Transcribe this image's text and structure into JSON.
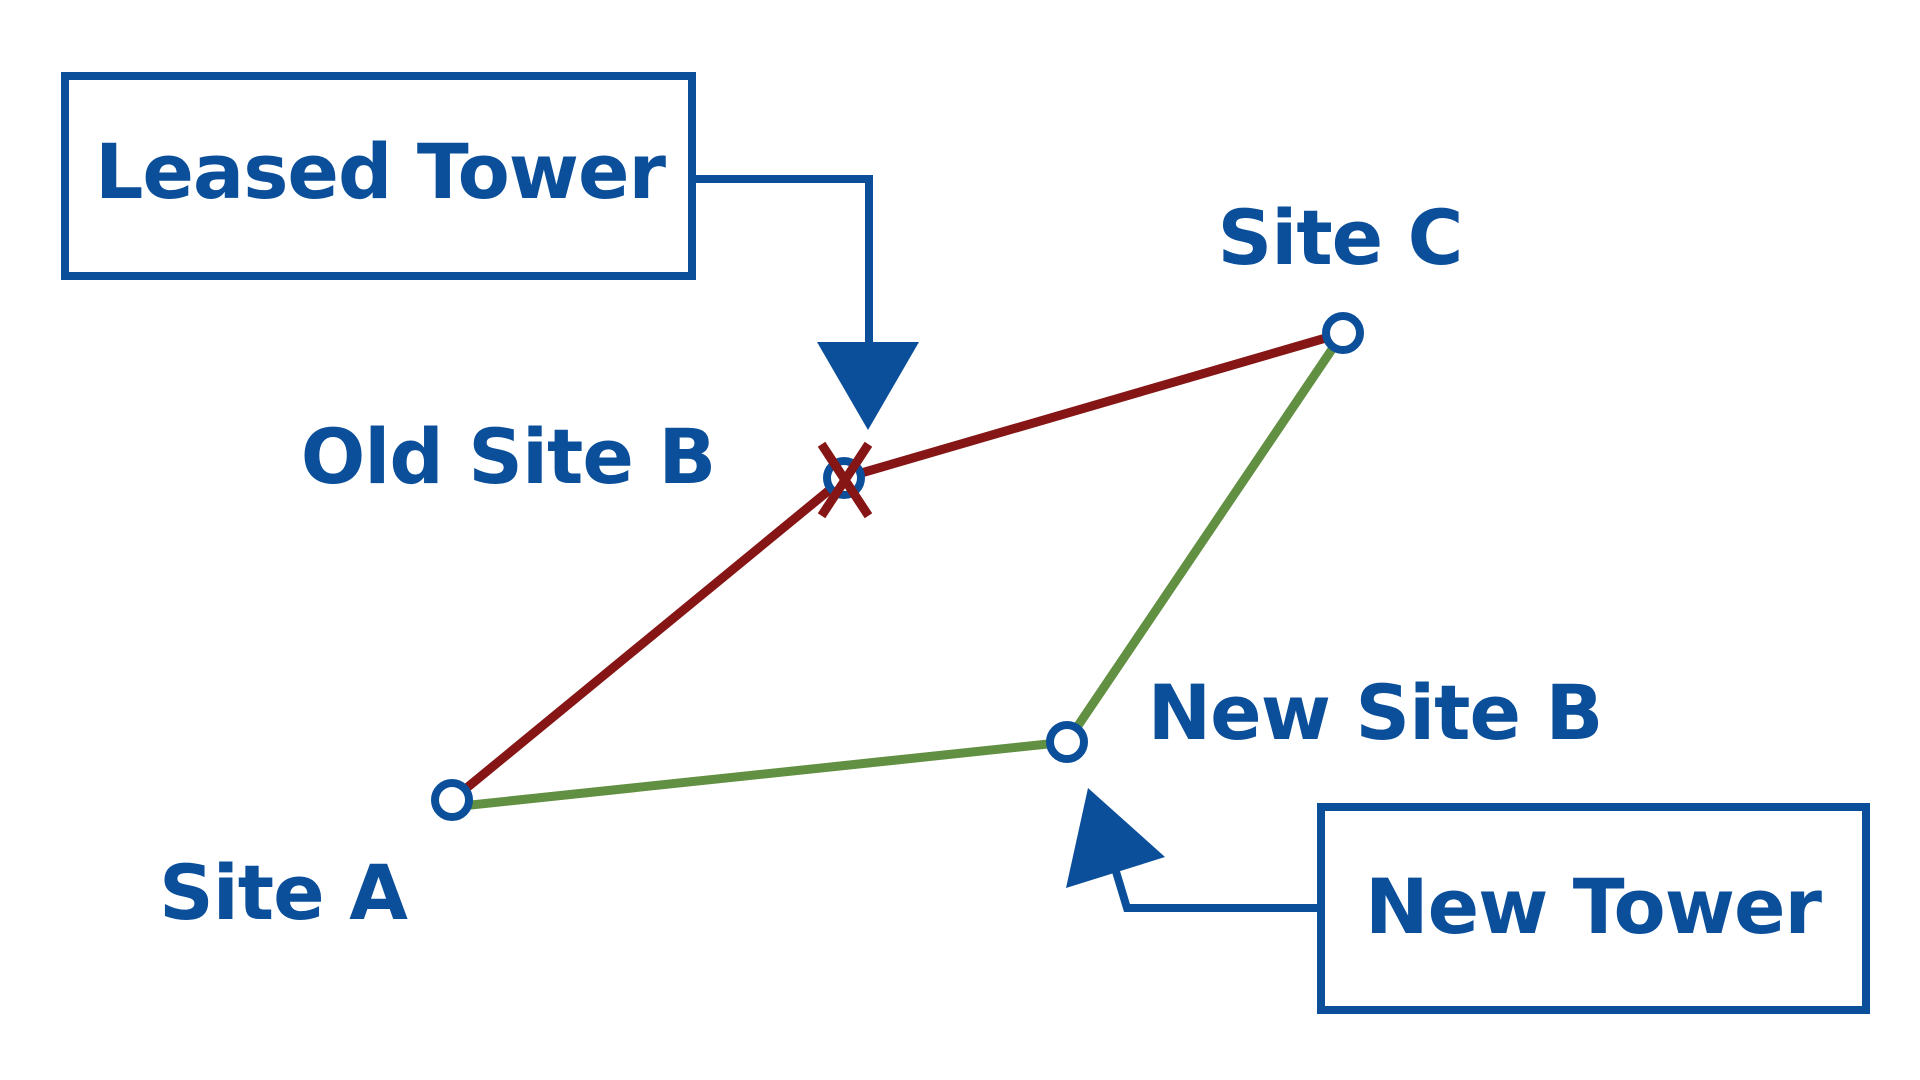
{
  "colors": {
    "primary": "#0b4f9b",
    "old_link": "#861616",
    "new_link": "#629042",
    "background": "#ffffff"
  },
  "sites": {
    "site_a": "Site A",
    "site_c": "Site C",
    "old_site_b": "Old Site B",
    "new_site_b": "New Site B"
  },
  "callouts": {
    "leased_tower": "Leased Tower",
    "new_tower": "New Tower"
  },
  "links": [
    {
      "from": "Site A",
      "to": "Old Site B",
      "status": "old"
    },
    {
      "from": "Old Site B",
      "to": "Site C",
      "status": "old"
    },
    {
      "from": "Site A",
      "to": "New Site B",
      "status": "new"
    },
    {
      "from": "New Site B",
      "to": "Site C",
      "status": "new"
    }
  ],
  "icons": {
    "removed_marker": "x-mark-icon",
    "callout_pointer": "arrow-icon"
  }
}
